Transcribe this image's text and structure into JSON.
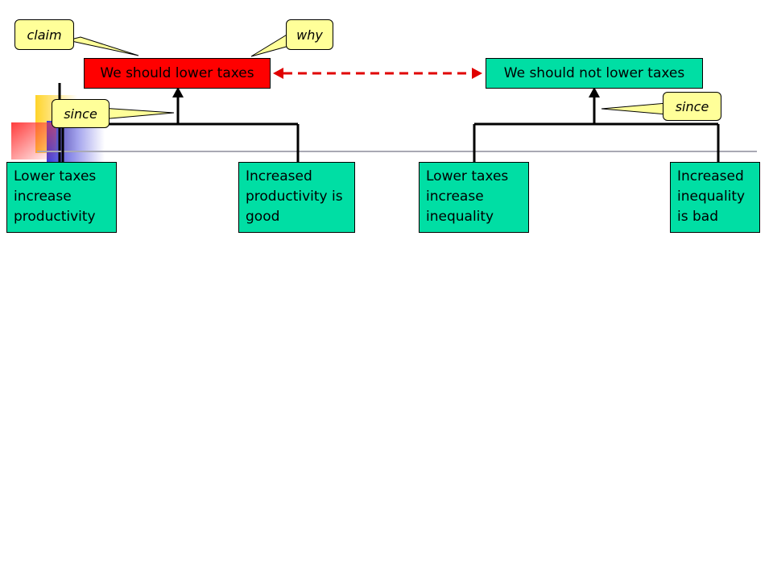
{
  "colors": {
    "claim_red": "#ff0000",
    "claim_green": "#00dea4",
    "callout_yellow": "#ffff99",
    "conflict_arrow": "#e00000",
    "deco_yellow": "#ffd42a",
    "deco_blue": "#3a3ad8",
    "deco_red": "#ff3c3c"
  },
  "claims": {
    "pro": "We should lower taxes",
    "con": "We should not lower taxes"
  },
  "reasons": {
    "pro_1": "Lower taxes increase productivity",
    "pro_2": "Increased productivity is good",
    "con_1": "Lower taxes increase inequality",
    "con_2": "Increased inequality is bad"
  },
  "callouts": {
    "claim": "claim",
    "why": "why",
    "since_left": "since",
    "since_right": "since"
  }
}
